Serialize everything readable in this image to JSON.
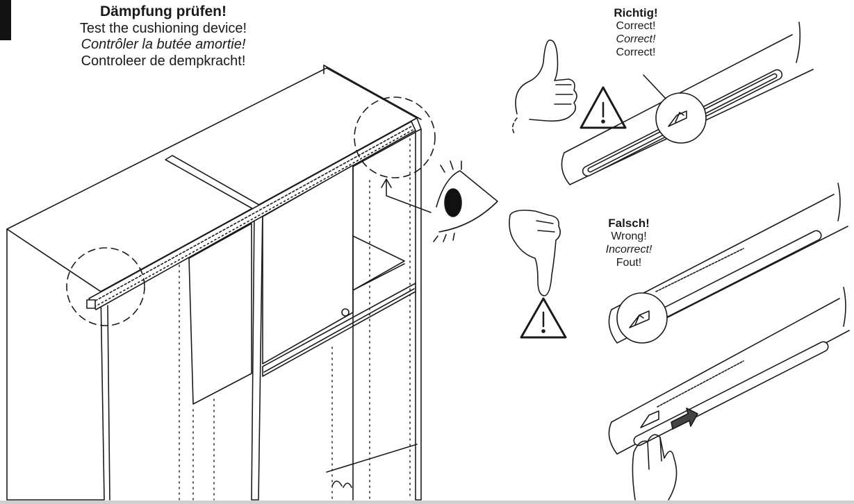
{
  "caption_main": {
    "title": "Dämpfung prüfen!",
    "en": "Test the cushioning device!",
    "fr": "Contrôler la butée amortie!",
    "nl": "Controleer de dempkracht!"
  },
  "caption_correct": {
    "title": "Richtig!",
    "en": "Correct!",
    "fr": "Correct!",
    "nl": "Correct!"
  },
  "caption_wrong": {
    "title": "Falsch!",
    "en": "Wrong!",
    "fr": "Incorrect!",
    "nl": "Fout!"
  },
  "icons": {
    "warning": "warning-triangle-icon",
    "thumbs_up": "thumbs-up-icon",
    "thumbs_down": "thumbs-down-icon",
    "eye": "eye-icon",
    "push_arrow": "push-arrow-icon"
  },
  "colors": {
    "ink": "#1a1a1a",
    "paper": "#ffffff"
  }
}
